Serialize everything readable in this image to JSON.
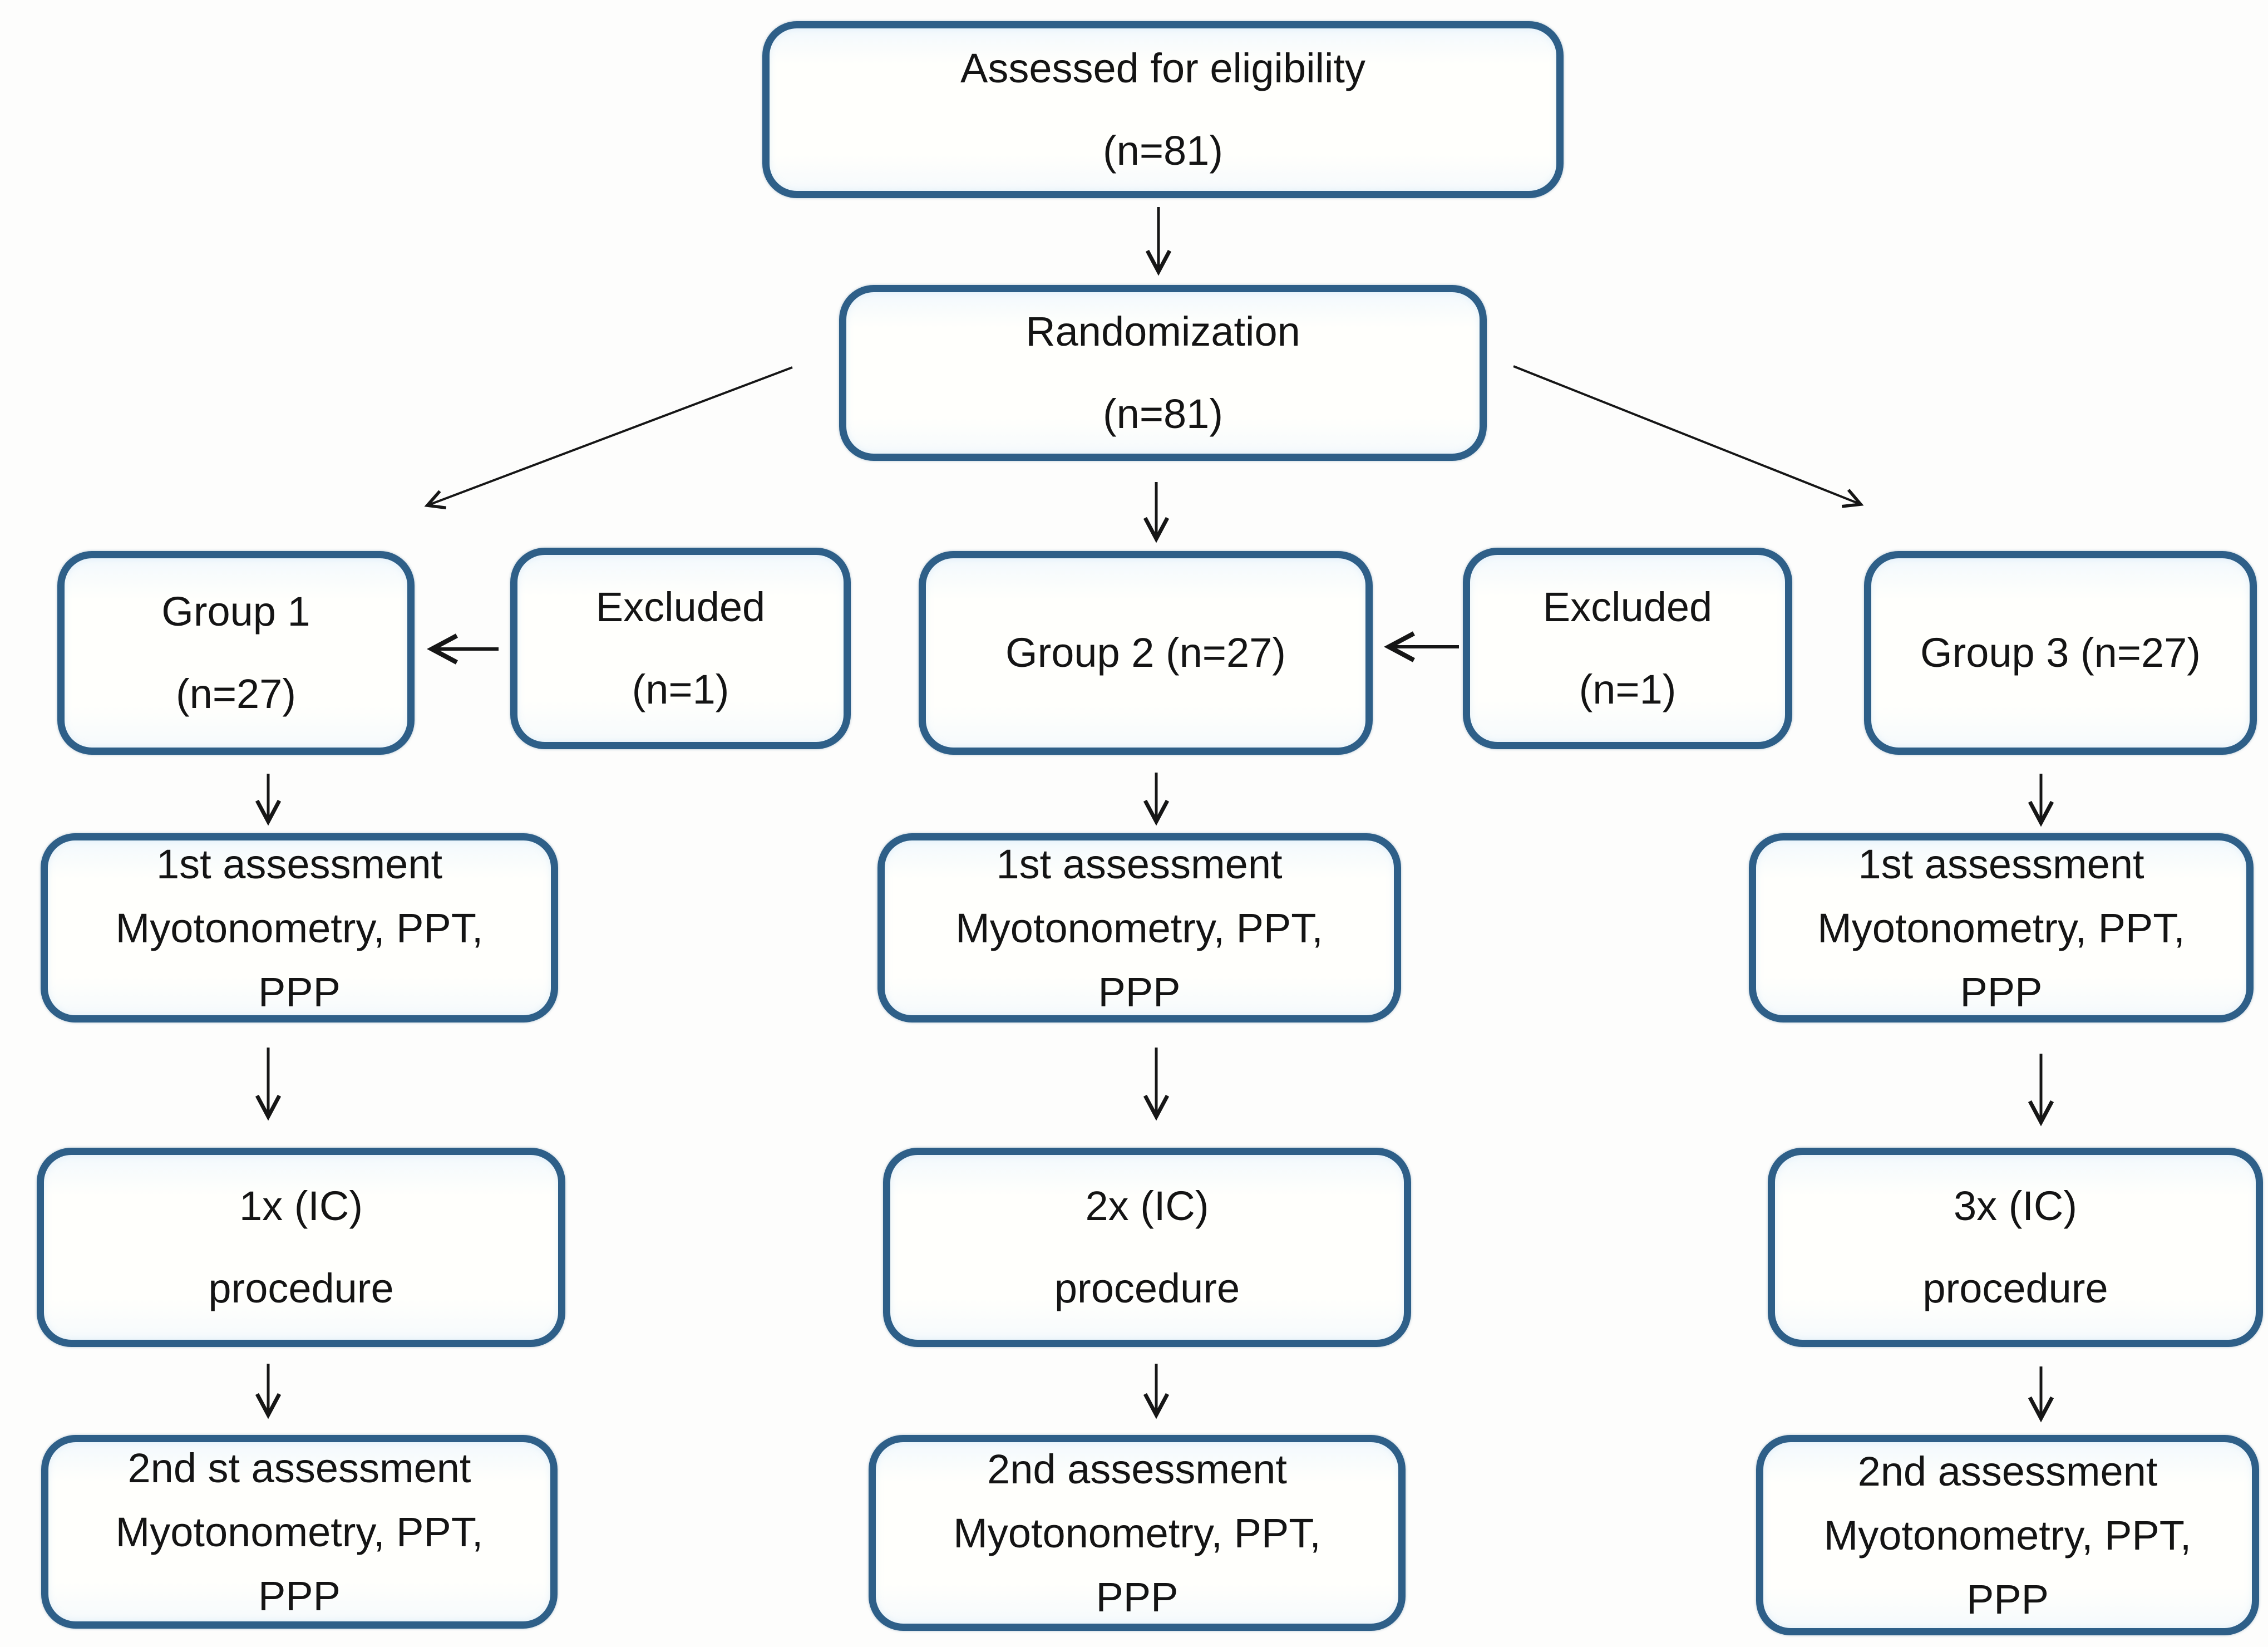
{
  "style": {
    "box_border_color": "#2e5f88",
    "arrow_color": "#161616",
    "text_color": "#141414",
    "background": "#fdfdfc"
  },
  "flowchart": {
    "eligibility": [
      "Assessed for eligibility",
      "(n=81)"
    ],
    "randomization": [
      "Randomization",
      "(n=81)"
    ],
    "excluded_left": [
      "Excluded",
      "(n=1)"
    ],
    "excluded_right": [
      "Excluded",
      "(n=1)"
    ],
    "columns": [
      {
        "group": [
          "Group 1",
          "(n=27)"
        ],
        "assessment1": [
          "1st assessment",
          "Myotonometry, PPT,",
          "PPP"
        ],
        "procedure": [
          "1x (IC)",
          "procedure"
        ],
        "assessment2": [
          "2nd st assessment",
          "Myotonometry, PPT,",
          "PPP"
        ]
      },
      {
        "group": [
          "Group 2 (n=27)"
        ],
        "assessment1": [
          "1st assessment",
          "Myotonometry, PPT,",
          "PPP"
        ],
        "procedure": [
          "2x (IC)",
          "procedure"
        ],
        "assessment2": [
          "2nd assessment",
          "Myotonometry, PPT,",
          "PPP"
        ]
      },
      {
        "group": [
          "Group 3 (n=27)"
        ],
        "assessment1": [
          "1st assessment",
          "Myotonometry, PPT,",
          "PPP"
        ],
        "procedure": [
          "3x (IC)",
          "procedure"
        ],
        "assessment2": [
          "2nd assessment",
          "Myotonometry, PPT,",
          "PPP"
        ]
      }
    ]
  }
}
